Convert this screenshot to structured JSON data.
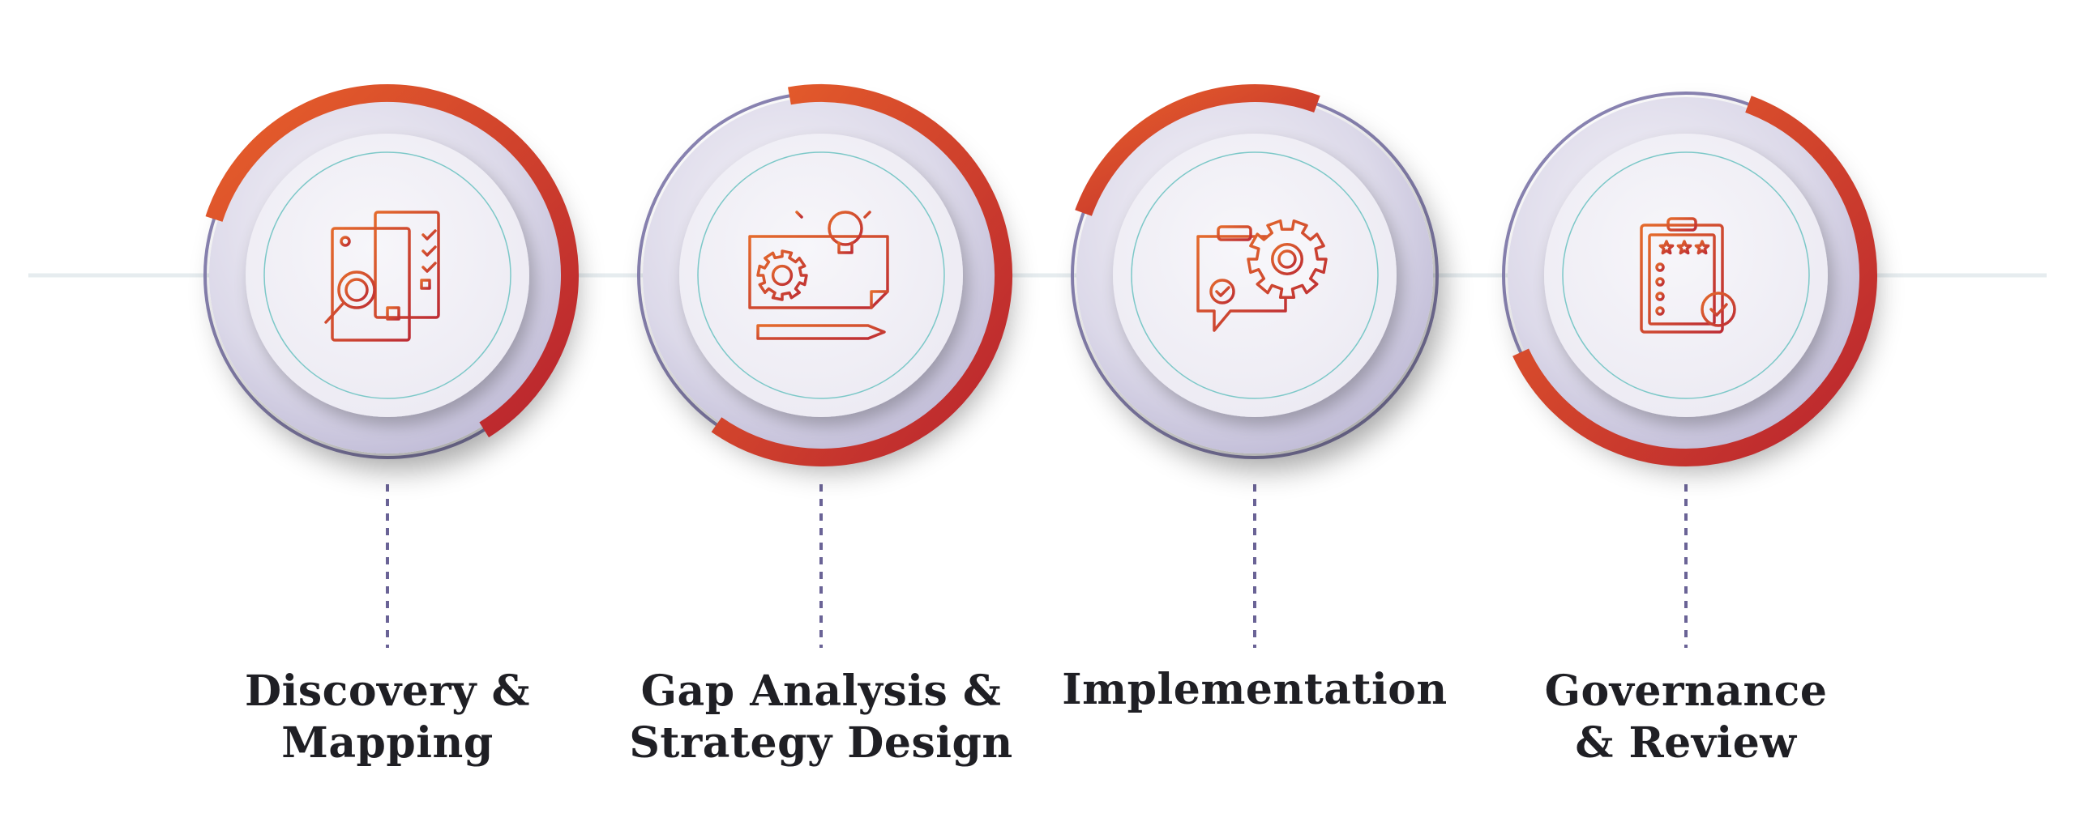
{
  "colors": {
    "accent_start": "#e8612a",
    "accent_end": "#b8232f",
    "ring_stroke": "#8a84b3",
    "connector": "#6a6396",
    "timeline": "#e6ecef",
    "inner_ring": "#7cc8c8",
    "title_text": "#1f1f24"
  },
  "steps": [
    {
      "title_lines": [
        "Discovery &",
        "Mapping"
      ],
      "icon": "document-analysis-icon"
    },
    {
      "title_lines": [
        "Gap Analysis &",
        "Strategy Design"
      ],
      "icon": "strategy-design-icon"
    },
    {
      "title_lines": [
        "Implementation"
      ],
      "icon": "implementation-gear-icon"
    },
    {
      "title_lines": [
        "Governance",
        "& Review"
      ],
      "icon": "review-checklist-icon"
    }
  ]
}
